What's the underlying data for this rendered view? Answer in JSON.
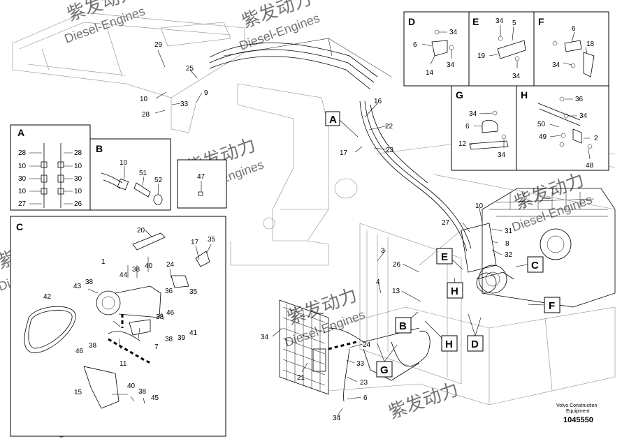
{
  "watermark": {
    "brand_cn": "紫发动力",
    "brand_en": "Diesel-Engines"
  },
  "footer": {
    "maker": "Volvo Construction",
    "maker_line2": "Equipment",
    "drawing_number": "1045550"
  },
  "panel_labels": [
    "A",
    "B",
    "C",
    "D",
    "E",
    "F",
    "G",
    "H"
  ],
  "main_callouts": {
    "letters": [
      "A",
      "C",
      "E",
      "H",
      "F",
      "B",
      "D",
      "H",
      "G"
    ],
    "numbers": [
      "29",
      "25",
      "9",
      "10",
      "33",
      "28",
      "16",
      "22",
      "17",
      "23",
      "47",
      "10",
      "27",
      "31",
      "8",
      "32",
      "3",
      "26",
      "4",
      "13",
      "34",
      "21",
      "24",
      "33",
      "23",
      "6",
      "34"
    ]
  },
  "panel_A": {
    "left": [
      "28",
      "10",
      "30",
      "10",
      "27"
    ],
    "right": [
      "28",
      "10",
      "30",
      "10",
      "26"
    ]
  },
  "panel_B": [
    "10",
    "51",
    "52"
  ],
  "panel_C": [
    "20",
    "1",
    "44",
    "38",
    "40",
    "17",
    "35",
    "24",
    "43",
    "38",
    "36",
    "35",
    "42",
    "38",
    "46",
    "46",
    "38",
    "39",
    "41",
    "7",
    "38",
    "11",
    "15",
    "40",
    "38",
    "45"
  ],
  "panel_D": [
    "34",
    "6",
    "34",
    "14"
  ],
  "panel_E": [
    "34",
    "5",
    "19",
    "34"
  ],
  "panel_F": [
    "6",
    "18",
    "34"
  ],
  "panel_G": [
    "34",
    "6",
    "12",
    "34"
  ],
  "panel_H": [
    "36",
    "34",
    "50",
    "49",
    "2",
    "48"
  ]
}
